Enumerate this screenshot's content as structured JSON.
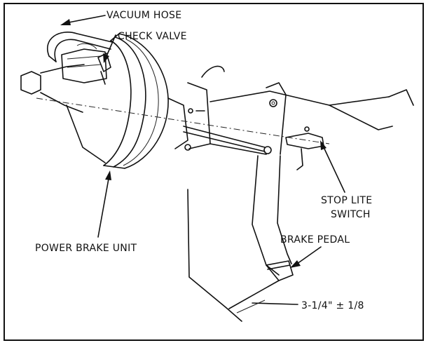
{
  "labels": {
    "vacuum_hose": "VACUUM HOSE",
    "check_valve": "CHECK VALVE",
    "stop_lite_switch_line1": "STOP LITE",
    "stop_lite_switch_line2": "SWITCH",
    "power_brake_unit": "POWER BRAKE UNIT",
    "brake_pedal": "BRAKE PEDAL",
    "pedal_height": "3-1/4\" ± 1/8"
  }
}
